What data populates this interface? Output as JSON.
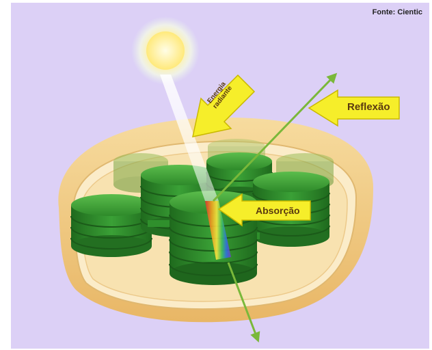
{
  "source_credit": "Fonte: Cientic",
  "labels": {
    "radiant_energy_line1": "Energia",
    "radiant_energy_line2": "radiante",
    "reflection": "Reflexão",
    "absorption": "Absorção"
  },
  "colors": {
    "background": "#dcd0f6",
    "envelope": "#f2c878",
    "stroma": "#f6e7c6",
    "thylakoid_green": "#2f8f2c",
    "callout_yellow": "#f6ee2a",
    "arrow_green": "#7ab83a"
  },
  "icons": [
    "sun-icon"
  ]
}
